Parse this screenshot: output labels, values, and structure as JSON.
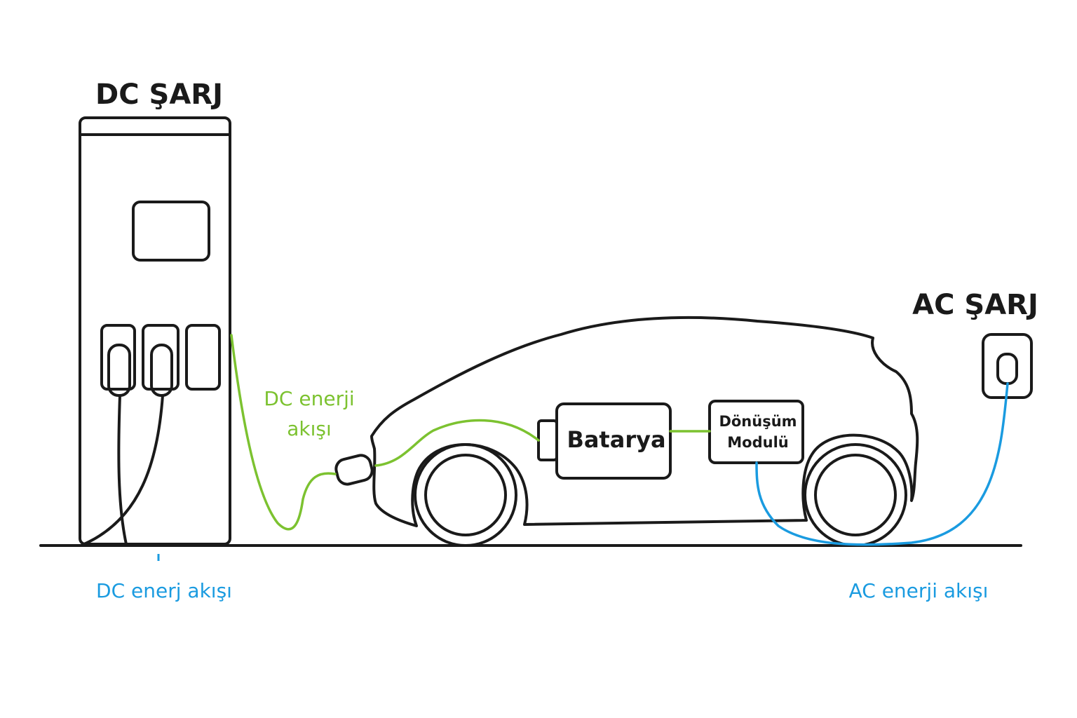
{
  "labels": {
    "dc_title": "DC ŞARJ",
    "ac_title": "AC ŞARJ",
    "dc_flow_green_line1": "DC enerji",
    "dc_flow_green_line2": "akışı",
    "dc_flow_blue": "DC enerj akışı",
    "ac_flow_blue": "AC enerji akışı",
    "battery": "Batarya",
    "converter_line1": "Dönüşüm",
    "converter_line2": "Modulü"
  },
  "colors": {
    "outline": "#1a1a1a",
    "dc_flow": "#7cc230",
    "ac_flow": "#1a9be0",
    "background": "#ffffff"
  }
}
